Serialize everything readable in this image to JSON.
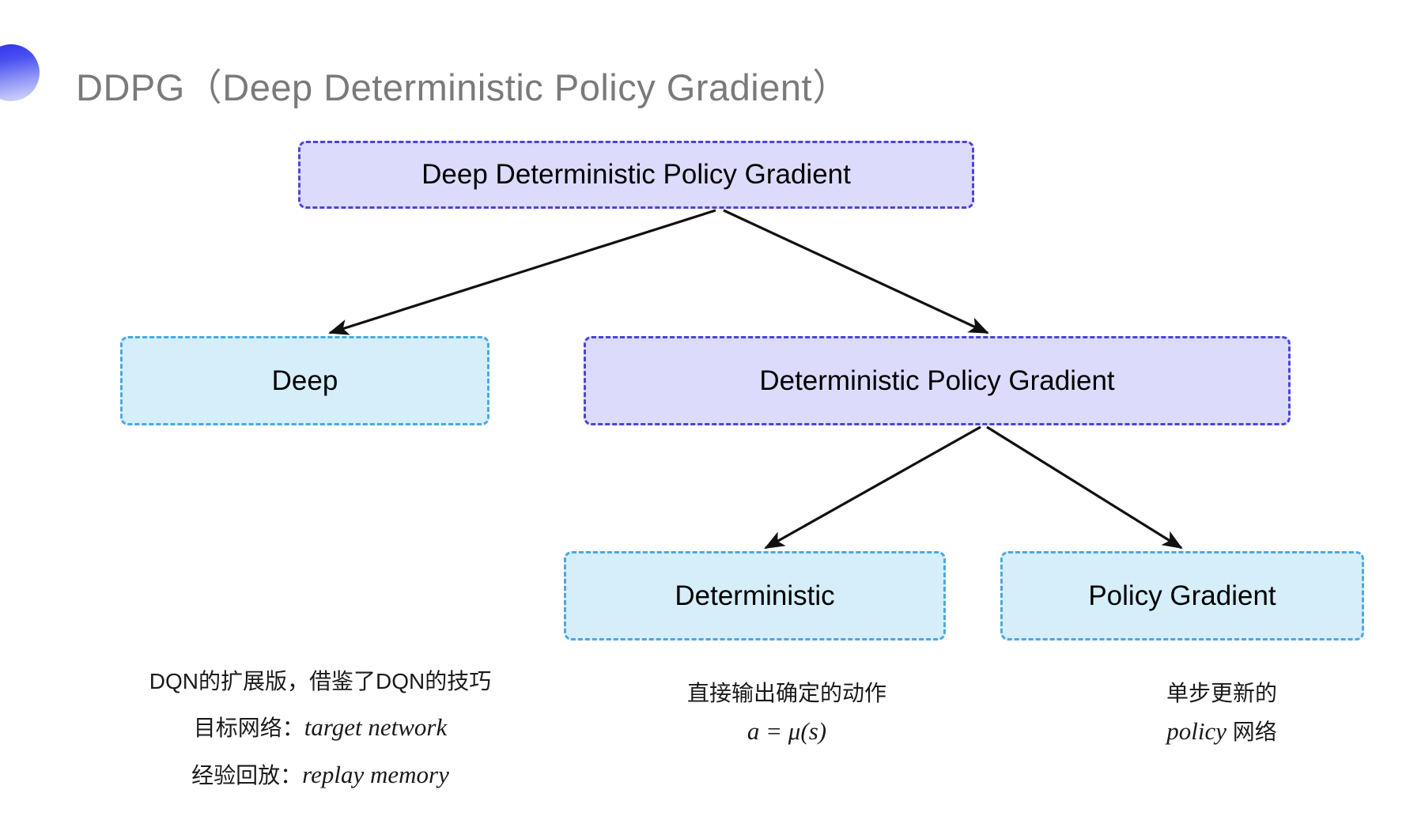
{
  "slide": {
    "title": "DDPG（Deep Deterministic Policy Gradient）",
    "background_color": "#ffffff",
    "title_color": "#7a7a7a",
    "decoration_icon": "gradient-circle-bullet"
  },
  "palette": {
    "purple_fill": "#dcdbfc",
    "purple_border": "#4b45d6",
    "cyan_fill": "#d5eefa",
    "cyan_border": "#4ca8e0",
    "arrow_color": "#111111"
  },
  "diagram": {
    "nodes": {
      "root": {
        "label": "Deep Deterministic Policy Gradient",
        "style": "purple"
      },
      "deep": {
        "label": "Deep",
        "style": "cyan"
      },
      "dpg": {
        "label": "Deterministic Policy Gradient",
        "style": "purple"
      },
      "deterministic": {
        "label": "Deterministic",
        "style": "cyan"
      },
      "policy_gradient": {
        "label": "Policy Gradient",
        "style": "cyan"
      }
    },
    "edges": [
      {
        "from": "root",
        "to": "deep",
        "arrow": "true"
      },
      {
        "from": "root",
        "to": "dpg",
        "arrow": "true"
      },
      {
        "from": "dpg",
        "to": "deterministic",
        "arrow": "true"
      },
      {
        "from": "dpg",
        "to": "policy_gradient",
        "arrow": "true"
      }
    ]
  },
  "captions": {
    "deep": {
      "line1": "DQN的扩展版，借鉴了DQN的技巧",
      "line2_label": "目标网络：",
      "line2_term": "target network",
      "line3_label": "经验回放：",
      "line3_term": "replay memory"
    },
    "deterministic": {
      "line1": "直接输出确定的动作",
      "formula": "a = μ(s)"
    },
    "policy_gradient": {
      "line1": "单步更新的",
      "line2_term": "policy",
      "line2_suffix": " 网络"
    }
  }
}
